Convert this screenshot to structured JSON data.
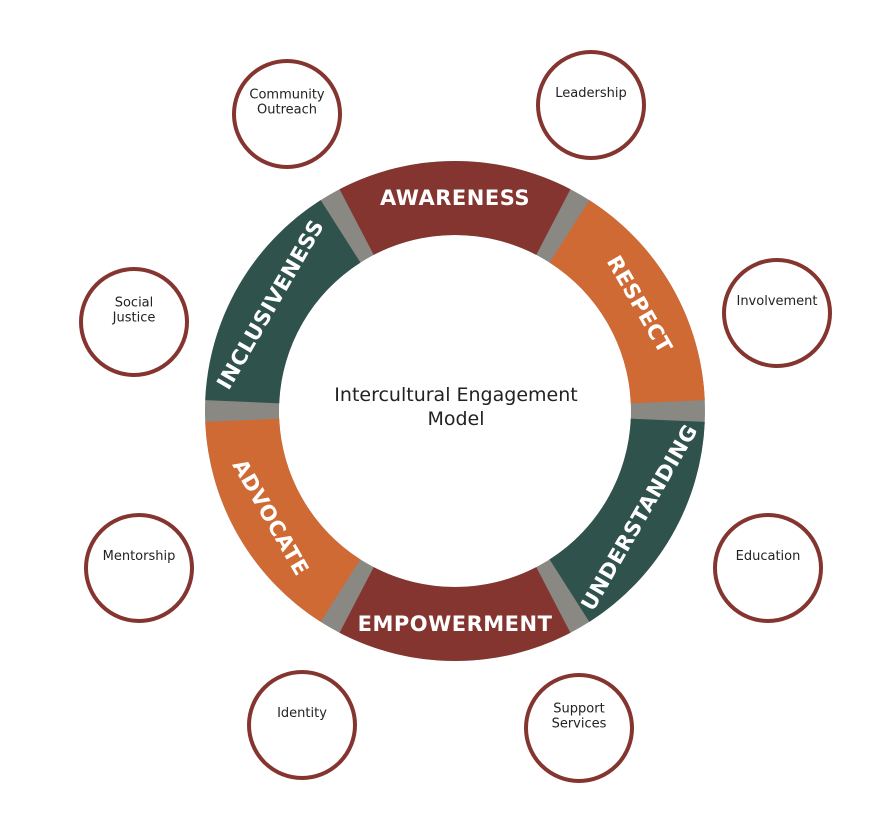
{
  "title_lines": [
    "Intercultural Engagement",
    "Model"
  ],
  "colors": {
    "dark_red": "#843530",
    "orange": "#cf6a34",
    "teal": "#2f524c",
    "gap_gray": "#8a8882",
    "outer_circle": "#843530"
  },
  "segments": [
    {
      "label": "AWARENESS",
      "color": "#843530"
    },
    {
      "label": "RESPECT",
      "color": "#cf6a34"
    },
    {
      "label": "UNDERSTANDING",
      "color": "#2f524c"
    },
    {
      "label": "EMPOWERMENT",
      "color": "#843530"
    },
    {
      "label": "ADVOCATE",
      "color": "#cf6a34"
    },
    {
      "label": "INCLUSIVENESS",
      "color": "#2f524c"
    }
  ],
  "outer_nodes": [
    {
      "id": "leadership",
      "lines": [
        "Leadership"
      ]
    },
    {
      "id": "involvement",
      "lines": [
        "Involvement"
      ]
    },
    {
      "id": "education",
      "lines": [
        "Education"
      ]
    },
    {
      "id": "support-services",
      "lines": [
        "Support",
        "Services"
      ]
    },
    {
      "id": "identity",
      "lines": [
        "Identity"
      ]
    },
    {
      "id": "mentorship",
      "lines": [
        "Mentorship"
      ]
    },
    {
      "id": "social-justice",
      "lines": [
        "Social",
        "Justice"
      ]
    },
    {
      "id": "community-outreach",
      "lines": [
        "Community",
        "Outreach"
      ]
    }
  ]
}
